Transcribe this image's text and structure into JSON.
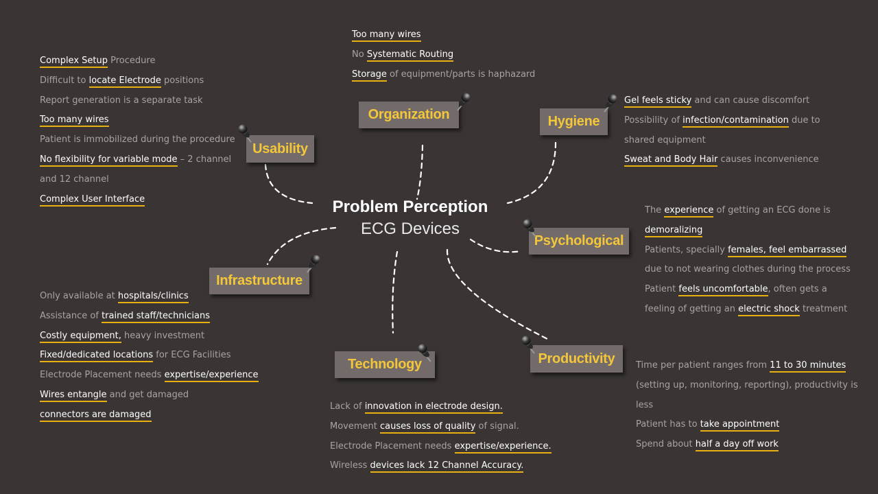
{
  "center": {
    "title": "Problem Perception",
    "subtitle": "ECG Devices"
  },
  "categories": {
    "usability": "Usability",
    "organization": "Organization",
    "hygiene": "Hygiene",
    "psychological": "Psychological",
    "infrastructure": "Infrastructure",
    "technology": "Technology",
    "productivity": "Productivity"
  },
  "notes": {
    "usability": [
      [
        "Complex Setup",
        " Procedure"
      ],
      [
        "Difficult to ",
        "locate Electrode",
        " positions"
      ],
      [
        "Report generation is a separate task"
      ],
      [
        "Too many wires"
      ],
      [
        "Patient is immobilized during the procedure"
      ],
      [
        "No flexibility for variable mode",
        " – 2 channel"
      ],
      [
        "and 12 channel"
      ],
      [
        "Complex User Interface"
      ]
    ],
    "organization": [
      [
        "Too many wires"
      ],
      [
        "No ",
        "Systematic Routing"
      ],
      [
        "Storage",
        " of equipment/parts is haphazard"
      ]
    ],
    "hygiene": [
      [
        "Gel feels sticky",
        " and can cause discomfort"
      ],
      [
        "Possibility of ",
        "infection/contamination",
        " due to"
      ],
      [
        "shared equipment"
      ],
      [
        "Sweat and Body Hair",
        " causes inconvenience"
      ]
    ],
    "psychological": [
      [
        "The ",
        "experience",
        " of getting an ECG done is"
      ],
      [
        "demoralizing"
      ],
      [
        "Patients, specially ",
        "females, feel embarrassed"
      ],
      [
        "due to not wearing clothes during the process"
      ],
      [
        "Patient ",
        "feels uncomfortable",
        ", often gets a"
      ],
      [
        "feeling of getting an ",
        "electric shock",
        " treatment"
      ]
    ],
    "infrastructure": [
      [
        "Only available at ",
        "hospitals/clinics"
      ],
      [
        "Assistance of ",
        "trained staff/technicians"
      ],
      [
        "Costly equipment,",
        " heavy investment"
      ],
      [
        "Fixed/dedicated locations",
        " for ECG Facilities"
      ],
      [
        "Electrode Placement needs ",
        "expertise/experience"
      ],
      [
        "Wires entangle",
        " and get damaged"
      ],
      [
        "connectors are damaged"
      ]
    ],
    "technology": [
      [
        "Lack of ",
        "innovation in electrode design."
      ],
      [
        "Movement ",
        "causes loss of quality",
        " of signal."
      ],
      [
        "Electrode Placement needs ",
        "expertise/experience."
      ],
      [
        "Wireless ",
        "devices lack 12 Channel Accuracy."
      ]
    ],
    "productivity": [
      [
        "Time per patient ranges from ",
        "11 to 30 minutes"
      ],
      [
        "(setting up, monitoring, reporting), productivity is"
      ],
      [
        "less"
      ],
      [
        "Patient has to ",
        "take appointment"
      ],
      [
        "Spend about ",
        "half a day off work"
      ]
    ]
  },
  "highlight_spans": {
    "usability": [
      [
        0
      ],
      [
        1
      ],
      [],
      [
        0
      ],
      [],
      [
        0
      ],
      [],
      [
        0
      ]
    ],
    "organization": [
      [
        0
      ],
      [
        1
      ],
      [
        0
      ]
    ],
    "hygiene": [
      [
        0
      ],
      [
        1
      ],
      [],
      [
        0
      ]
    ],
    "psychological": [
      [
        1
      ],
      [
        0
      ],
      [
        1
      ],
      [],
      [
        1
      ],
      [
        1
      ]
    ],
    "infrastructure": [
      [
        1
      ],
      [
        1
      ],
      [
        0
      ],
      [
        0
      ],
      [
        1
      ],
      [
        0
      ],
      [
        0
      ]
    ],
    "technology": [
      [
        1
      ],
      [
        1
      ],
      [
        1
      ],
      [
        1
      ]
    ],
    "productivity": [
      [
        1
      ],
      [],
      [],
      [
        1
      ],
      [
        1
      ]
    ]
  },
  "colors": {
    "background": "#3a3534",
    "box": "#726b69",
    "category_text": "#f4c63a",
    "highlight": "#e9b011",
    "note_text": "#a9a3a1"
  },
  "icons": {
    "pin": "pushpin-icon"
  }
}
